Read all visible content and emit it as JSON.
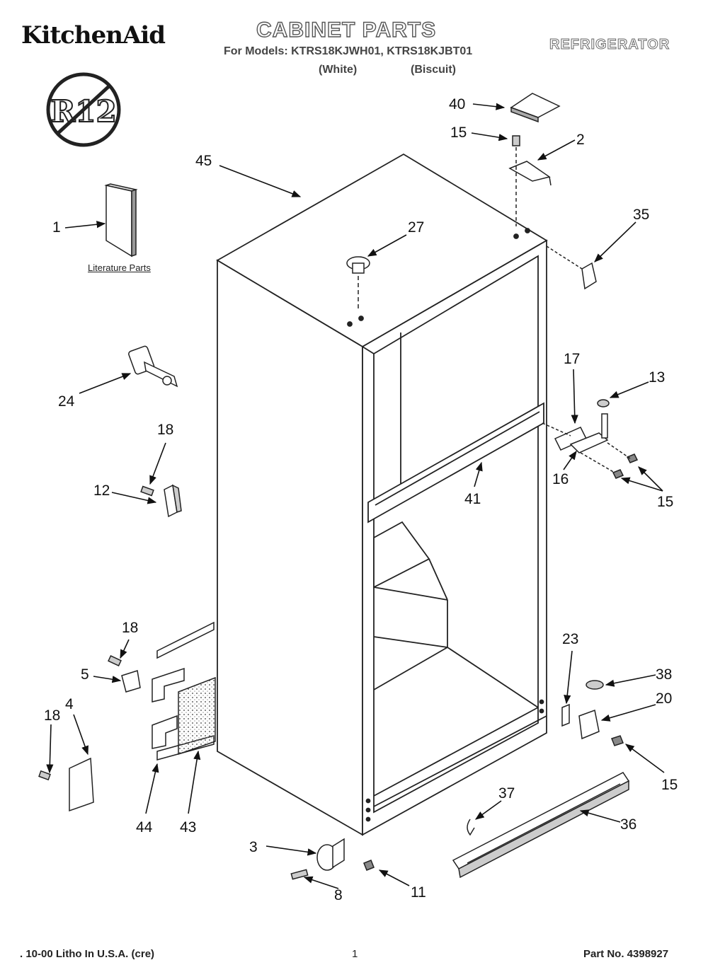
{
  "header": {
    "brand": "KitchenAid",
    "title": "CABINET PARTS",
    "models_line": "For Models: KTRS18KJWH01, KTRS18KJBT01",
    "variant_1": "(White)",
    "variant_2": "(Biscuit)",
    "appliance": "REFRIGERATOR"
  },
  "badge": {
    "text": "R12"
  },
  "literature_label": "Literature Parts",
  "callouts": {
    "c40": "40",
    "c15a": "15",
    "c2": "2",
    "c45": "45",
    "c1": "1",
    "c27": "27",
    "c35": "35",
    "c24": "24",
    "c17": "17",
    "c13": "13",
    "c18a": "18",
    "c12": "12",
    "c16": "16",
    "c41": "41",
    "c15b": "15",
    "c18b": "18",
    "c5": "5",
    "c23": "23",
    "c38": "38",
    "c4": "4",
    "c18c": "18",
    "c20": "20",
    "c15c": "15",
    "c44": "44",
    "c43": "43",
    "c37": "37",
    "c36": "36",
    "c3": "3",
    "c8": "8",
    "c11": "11"
  },
  "footer": {
    "left": ". 10-00 Litho In U.S.A. (cre)",
    "page": "1",
    "part": "Part No. 4398927"
  }
}
